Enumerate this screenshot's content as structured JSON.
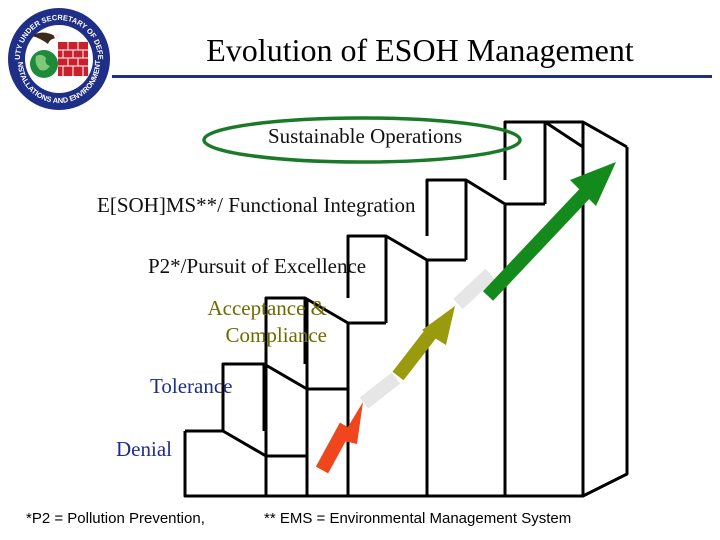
{
  "title": "Evolution of ESOH Management",
  "logo": {
    "icon": "eagle-seal-icon",
    "ring_text_top": "DEPUTY UNDER SECRETARY OF DEFENSE",
    "ring_text_bottom": "INSTALLATIONS AND ENVIRONMENT"
  },
  "stages": [
    {
      "label": "Denial"
    },
    {
      "label": "Tolerance"
    },
    {
      "label_line1": "Acceptance &",
      "label_line2": "Compliance"
    },
    {
      "label": "P2*/Pursuit of Excellence"
    },
    {
      "label": "E[SOH]MS**/ Functional Integration"
    },
    {
      "label": "Sustainable Operations"
    }
  ],
  "arrows": {
    "colors": {
      "red": "#f0461e",
      "olive": "#9a9a0e",
      "green": "#138a1b",
      "gap": "#e6e6e6"
    }
  },
  "colors": {
    "title_rule": "#1f2f87",
    "ellipse": "#1b7a2a",
    "stair_outline": "#000000"
  },
  "footnotes": {
    "p2": "*P2 = Pollution Prevention,",
    "ems": "** EMS = Environmental Management System"
  }
}
